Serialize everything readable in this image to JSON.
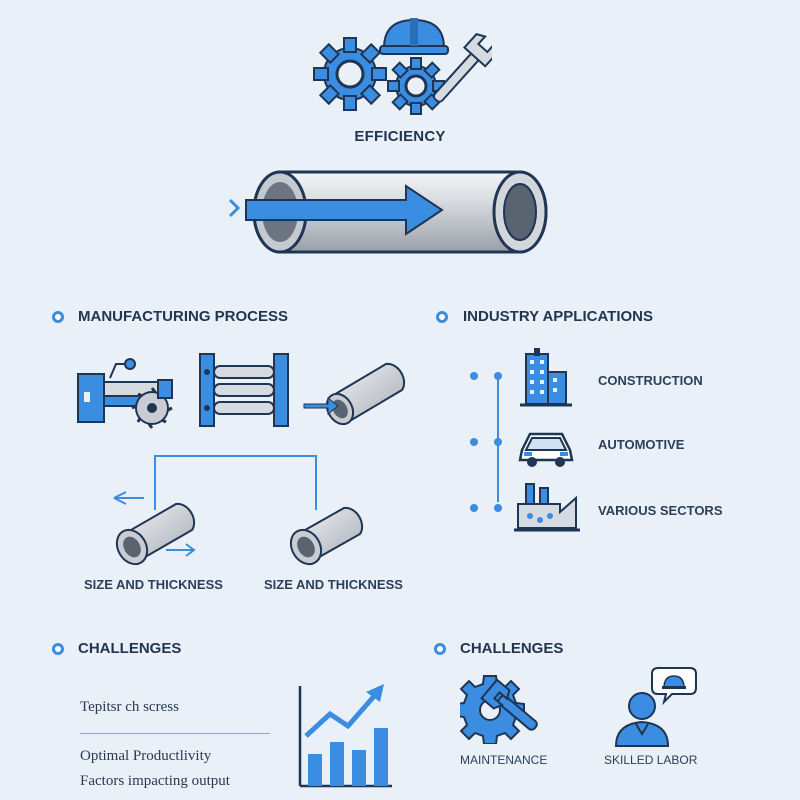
{
  "header": {
    "title": "EFFICIENCY"
  },
  "manufacturing": {
    "title": "MANUFACTURING PROCESS",
    "size_label_1": "SIZE AND THICKNESS",
    "size_label_2": "SIZE AND THICKNESS"
  },
  "industry": {
    "title": "INDUSTRY APPLICATIONS",
    "items": [
      {
        "label": "CONSTRUCTION",
        "icon": "building-icon"
      },
      {
        "label": "AUTOMOTIVE",
        "icon": "car-icon"
      },
      {
        "label": "VARIOUS SECTORS",
        "icon": "factory-icon"
      }
    ]
  },
  "challenges_left": {
    "title": "CHALLENGES",
    "text_1": "Tepitsr ch scress",
    "text_2": "Optimal Productlivity",
    "text_3": "Factors impacting output"
  },
  "challenges_right": {
    "title": "CHALLENGES",
    "maintenance_label": "MAINTENANCE",
    "skilled_label": "SKILLED LABOR"
  },
  "colors": {
    "accent": "#3a8de0",
    "dark": "#1f3554",
    "steel": "#c9cdd3",
    "background": "#e9f0f8"
  }
}
